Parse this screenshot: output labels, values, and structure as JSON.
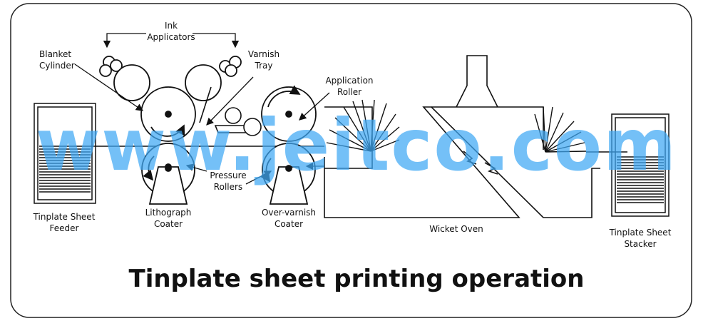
{
  "diagram": {
    "title": "Tinplate sheet printing operation",
    "labels": {
      "ink_applicators_1": "Ink",
      "ink_applicators_2": "Applicators",
      "blanket_cylinder_1": "Blanket",
      "blanket_cylinder_2": "Cylinder",
      "varnish_tray_1": "Varnish",
      "varnish_tray_2": "Tray",
      "application_roller_1": "Application",
      "application_roller_2": "Roller",
      "pressure_rollers_1": "Pressure",
      "pressure_rollers_2": "Rollers",
      "lithograph_coater_1": "Lithograph",
      "lithograph_coater_2": "Coater",
      "over_varnish_coater_1": "Over-varnish",
      "over_varnish_coater_2": "Coater",
      "wicket_oven": "Wicket Oven",
      "feeder_1": "Tinplate Sheet",
      "feeder_2": "Feeder",
      "stacker_1": "Tinplate Sheet",
      "stacker_2": "Stacker"
    },
    "watermark": "www.jeitco.com"
  }
}
